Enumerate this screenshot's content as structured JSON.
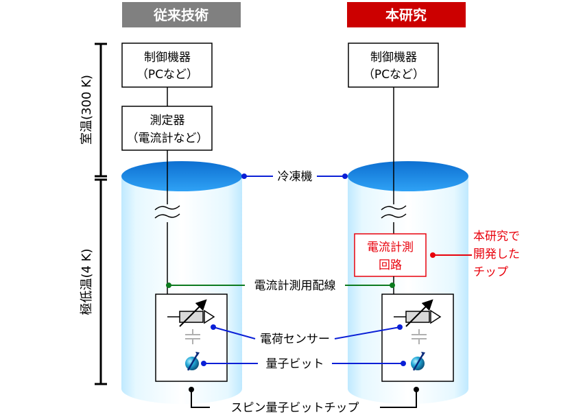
{
  "headers": {
    "conventional": "従来技術",
    "this_study": "本研究"
  },
  "left_column": {
    "controller_line1": "制御機器",
    "controller_line2": "（PCなど）",
    "meter_line1": "測定器",
    "meter_line2": "（電流計など）"
  },
  "right_column": {
    "controller_line1": "制御機器",
    "controller_line2": "（PCなど）",
    "circuit_line1": "電流計測",
    "circuit_line2": "回路"
  },
  "axis": {
    "room_temp": "室温(300 K)",
    "cryo_temp": "極低温(4 K)"
  },
  "labels": {
    "refrigerator": "冷凍機",
    "wiring": "電流計測用配線",
    "charge_sensor": "電荷センサー",
    "qubit": "量子ビット",
    "chip": "スピン量子ビットチップ",
    "our_chip_line1": "本研究で",
    "our_chip_line2": "開発した",
    "our_chip_line3": "チップ"
  },
  "colors": {
    "header_gray": "#808080",
    "header_red": "#cc0000",
    "label_blue": "#0a1fd6",
    "wiring_green": "#0b7a1e",
    "accent_red": "#e8000b",
    "cylinder_top": "#1e88e5"
  }
}
